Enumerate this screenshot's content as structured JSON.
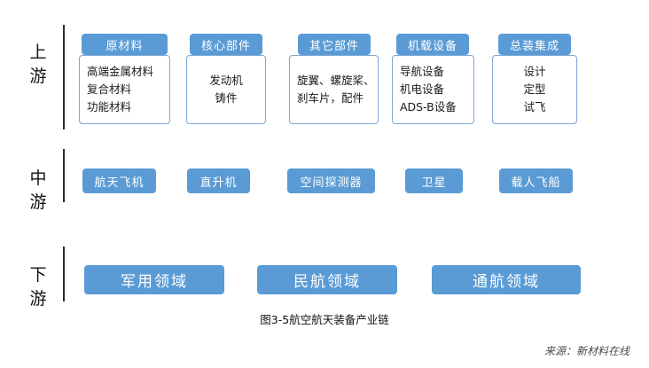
{
  "tiers": [
    {
      "id": "upstream",
      "label": "上 游"
    },
    {
      "id": "midstream",
      "label": "中 游"
    },
    {
      "id": "downstream",
      "label": "下 游"
    }
  ],
  "upstream": {
    "columns": [
      {
        "header": "原材料",
        "items": [
          "高端金属材料",
          "复合材料",
          "功能材料"
        ],
        "align": "left"
      },
      {
        "header": "核心部件",
        "items": [
          "发动机",
          "铸件"
        ],
        "align": "center"
      },
      {
        "header": "其它部件",
        "items": [
          "旋翼、螺旋桨、",
          "刹车片，配件"
        ],
        "align": "left"
      },
      {
        "header": "机载设备",
        "items": [
          "导航设备",
          "机电设备",
          "ADS-B设备"
        ],
        "align": "left"
      },
      {
        "header": "总装集成",
        "items": [
          "设计",
          "定型",
          "试飞"
        ],
        "align": "center"
      }
    ]
  },
  "midstream": {
    "items": [
      "航天飞机",
      "直升机",
      "空间探测器",
      "卫星",
      "载人飞船"
    ]
  },
  "downstream": {
    "items": [
      "军用领域",
      "民航领域",
      "通航领域"
    ]
  },
  "caption": "图3-5航空航天装备产业链",
  "source": "来源：新材料在线",
  "colors": {
    "accent": "#5b9bd5",
    "box_border": "#7ba7d7",
    "text": "#111111",
    "background": "#ffffff"
  }
}
